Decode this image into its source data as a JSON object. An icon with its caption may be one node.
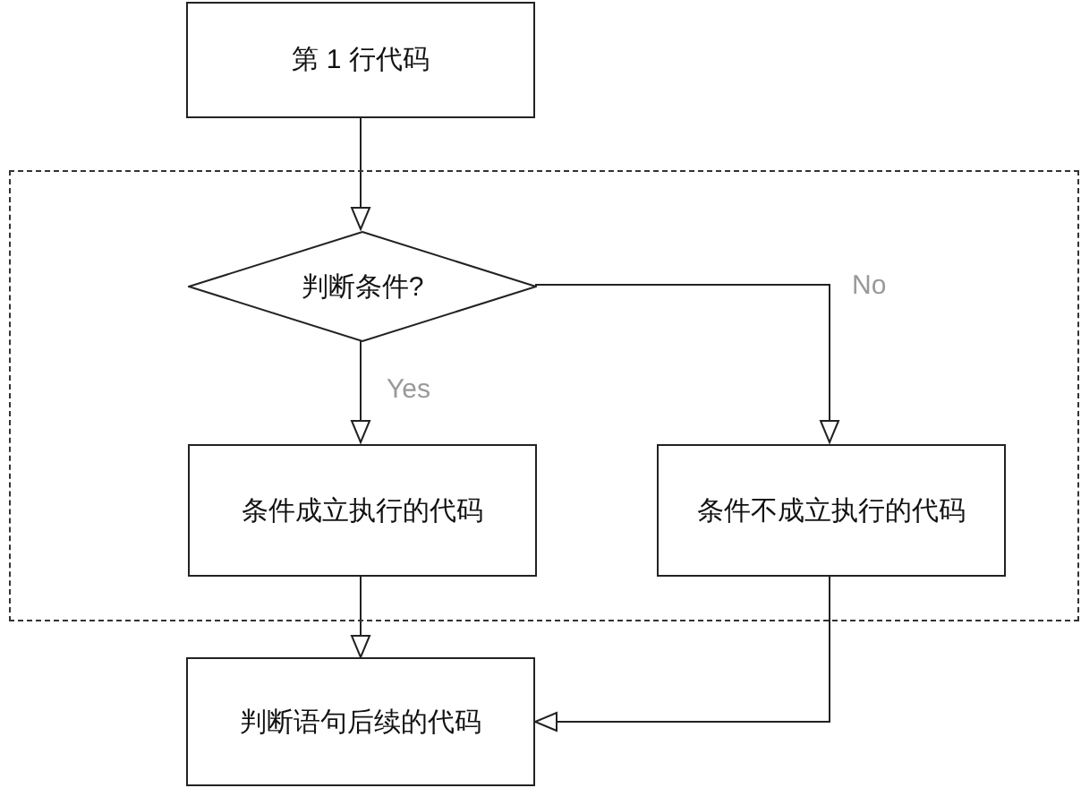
{
  "diagram": {
    "nodes": [
      {
        "text": [
          "第 1 行代码"
        ]
      },
      {
        "text": [],
        "shape": "box"
      },
      {
        "text": [
          "判断条件?"
        ],
        "in": 1
      },
      {
        "text": [
          "条件成立执行的代码"
        ],
        "in": 1
      },
      {
        "text": [
          "条件不成立执行的代码"
        ],
        "in": 1
      },
      {
        "text": [
          "判断语句后续的代码"
        ]
      }
    ],
    "edges": [
      {
        "from": 0,
        "to": 2,
        "arrow": "to"
      },
      {
        "from": 2,
        "to": 3,
        "arrow": "to",
        "label": "Yes"
      },
      {
        "from": 2,
        "to": 4,
        "arrow": "to",
        "label": "No"
      },
      {
        "from": 3,
        "to": 5,
        "arrow": "to"
      },
      {
        "from": 4,
        "to": 5,
        "arrow": "to"
      }
    ]
  }
}
